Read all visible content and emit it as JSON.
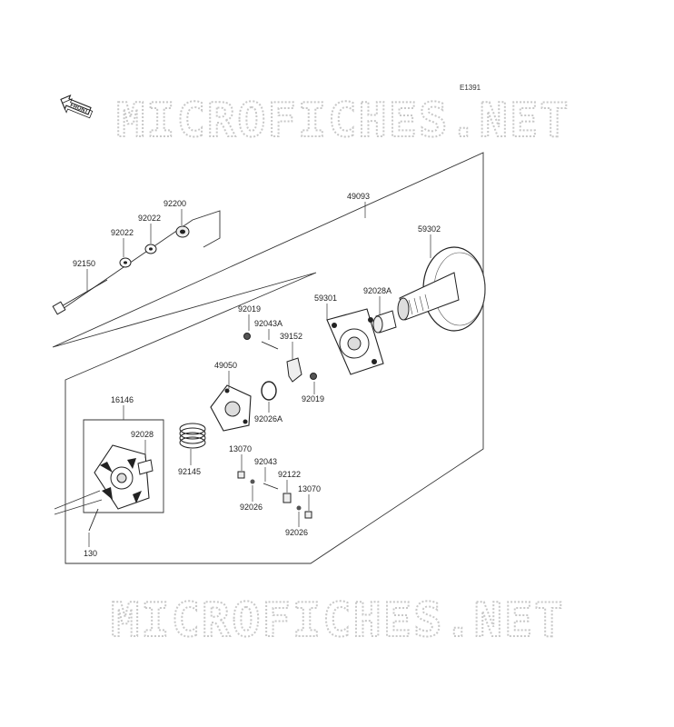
{
  "diagram_code": "E1391",
  "front_badge": "FRONT",
  "watermark": "MICROFICHES.NET",
  "parts": {
    "p92200": "92200",
    "p92022a": "92022",
    "p92022b": "92022",
    "p92150": "92150",
    "p49093": "49093",
    "p59302": "59302",
    "p59301": "59301",
    "p92028A": "92028A",
    "p92019a": "92019",
    "p92043A": "92043A",
    "p39152": "39152",
    "p49050": "49050",
    "p92019b": "92019",
    "p92026A": "92026A",
    "p16146": "16146",
    "p92028": "92028",
    "p92145": "92145",
    "p13070a": "13070",
    "p92043": "92043",
    "p92122": "92122",
    "p13070b": "13070",
    "p92026a": "92026",
    "p92026b": "92026",
    "p130": "130"
  },
  "colors": {
    "line": "#222222",
    "watermark": "#c8c8c8",
    "background": "#ffffff"
  }
}
